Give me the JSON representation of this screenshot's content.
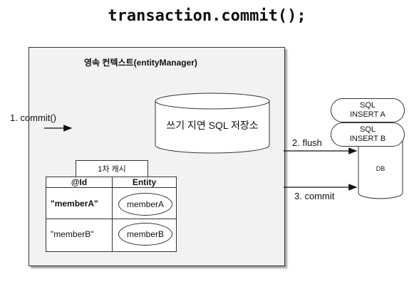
{
  "title": "transaction.commit();",
  "context": {
    "title": "영속 컨텍스트(entityManager)",
    "write_store": "쓰기 지연 SQL 저장소",
    "cache_label": "1차 캐시",
    "table": {
      "headers": [
        "@Id",
        "Entity"
      ],
      "rows": [
        {
          "id": "\"memberA\"",
          "entity": "memberA"
        },
        {
          "id": "\"memberB\"",
          "entity": "memberB"
        }
      ]
    }
  },
  "arrows": {
    "commit_in": "1. commit()",
    "flush": "2. flush",
    "commit_db": "3. commit"
  },
  "db": {
    "label": "DB",
    "sql_a": [
      "SQL",
      "INSERT A"
    ],
    "sql_b": [
      "SQL",
      "INSERT B"
    ]
  }
}
